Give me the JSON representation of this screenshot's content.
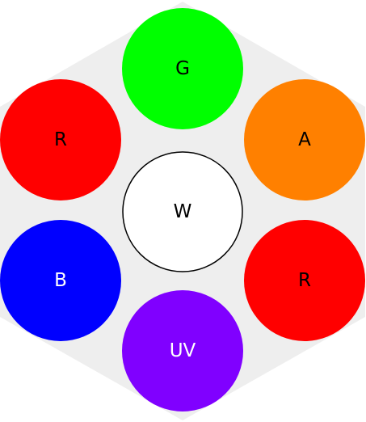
{
  "diagram": {
    "background_color": "#ffffff",
    "housing_color": "#eeeeee",
    "leds": [
      {
        "id": "green",
        "label": "G",
        "fill": "#00ff00",
        "text_color": "#000000",
        "stroke": ""
      },
      {
        "id": "amber",
        "label": "A",
        "fill": "#ff8000",
        "text_color": "#000000",
        "stroke": ""
      },
      {
        "id": "red-right",
        "label": "R",
        "fill": "#ff0000",
        "text_color": "#000000",
        "stroke": ""
      },
      {
        "id": "uv",
        "label": "UV",
        "fill": "#8000ff",
        "text_color": "#ffffff",
        "stroke": ""
      },
      {
        "id": "blue",
        "label": "B",
        "fill": "#0000ff",
        "text_color": "#ffffff",
        "stroke": ""
      },
      {
        "id": "red-left",
        "label": "R",
        "fill": "#ff0000",
        "text_color": "#000000",
        "stroke": ""
      },
      {
        "id": "white",
        "label": "W",
        "fill": "#ffffff",
        "text_color": "#000000",
        "stroke": "#000000"
      }
    ]
  }
}
